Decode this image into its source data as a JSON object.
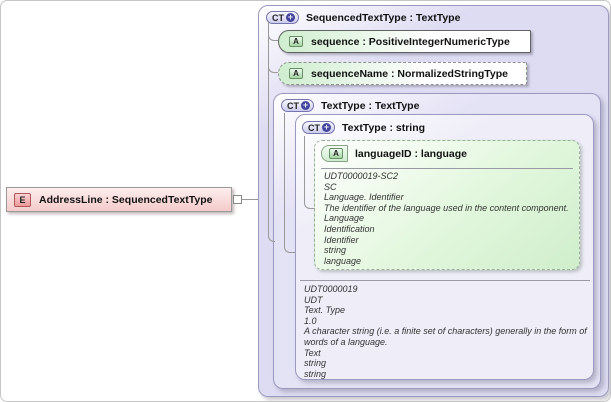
{
  "badges": {
    "ct": "CT",
    "plus": "+",
    "a": "A",
    "e": "E"
  },
  "element": {
    "label": "AddressLine : SequencedTextType"
  },
  "outer": {
    "title": "SequencedTextType : TextType",
    "attributes": [
      {
        "label": "sequence : PositiveIntegerNumericType"
      },
      {
        "label": "sequenceName : NormalizedStringType"
      }
    ],
    "tt": {
      "title": "TextType : TextType",
      "ts": {
        "title": "TextType : string",
        "lang": {
          "label": "languageID : language",
          "doc": [
            "UDT0000019-SC2",
            "SC",
            "Language. Identifier",
            "The identifier of the language used in the content component.",
            "Language",
            "Identification",
            "Identifier",
            "string",
            "language"
          ]
        },
        "doc": [
          "UDT0000019",
          "UDT",
          "Text. Type",
          "1.0",
          "A character string (i.e. a finite set of characters) generally in the form of words of a language.",
          "Text",
          "string",
          "string"
        ]
      }
    }
  },
  "colors": {
    "lavender": "#dedcf2",
    "green": "#d9f4d4",
    "pink": "#f5caca",
    "line": "#999999"
  }
}
